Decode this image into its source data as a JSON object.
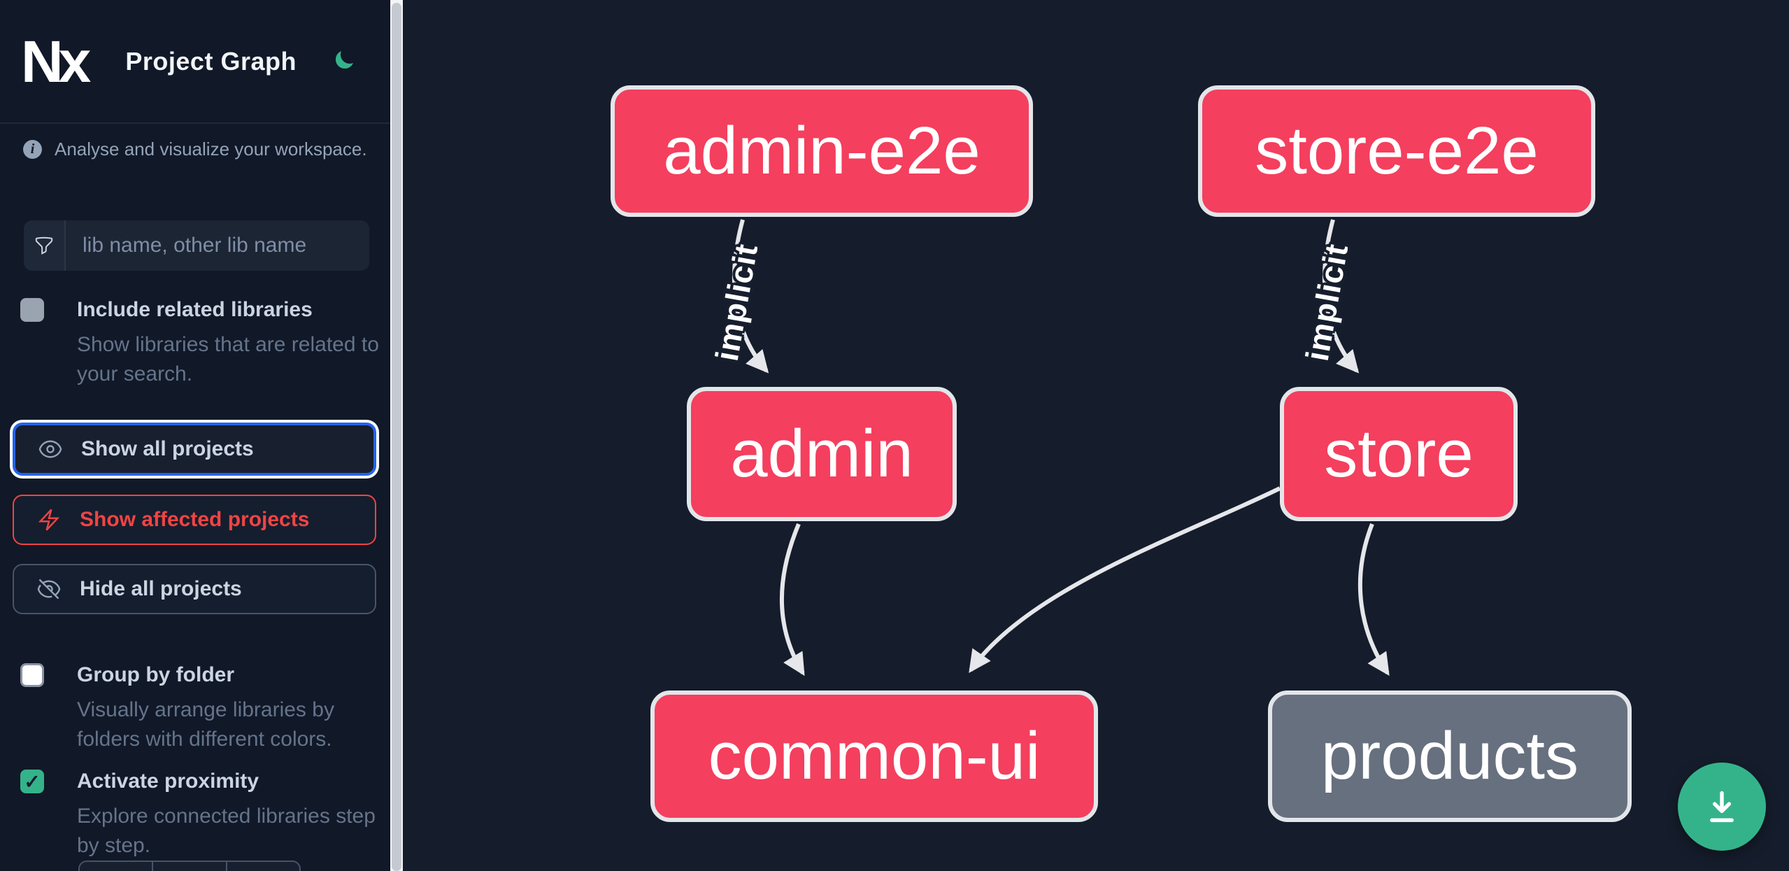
{
  "header": {
    "app_logo": "Nx",
    "title": "Project Graph"
  },
  "sidebar": {
    "tagline": "Analyse and visualize your workspace.",
    "search": {
      "placeholder": "lib name, other lib name",
      "value": ""
    },
    "toggles": [
      {
        "label": "Include related libraries",
        "description": "Show libraries that are related to your search.",
        "checked": false
      },
      {
        "label": "Group by folder",
        "description": "Visually arrange libraries by folders with different colors.",
        "checked": false
      },
      {
        "label": "Activate proximity",
        "description": "Explore connected libraries step by step.",
        "checked": true
      }
    ],
    "actions": [
      {
        "label": "Show all projects",
        "state": "focused"
      },
      {
        "label": "Show affected projects",
        "state": "affected"
      },
      {
        "label": "Hide all projects",
        "state": "default"
      }
    ],
    "check_glyph": "✓"
  },
  "graph": {
    "nodes": [
      {
        "id": "admin-e2e",
        "label": "admin-e2e",
        "kind": "app"
      },
      {
        "id": "store-e2e",
        "label": "store-e2e",
        "kind": "app"
      },
      {
        "id": "admin",
        "label": "admin",
        "kind": "app"
      },
      {
        "id": "store",
        "label": "store",
        "kind": "app"
      },
      {
        "id": "common-ui",
        "label": "common-ui",
        "kind": "lib"
      },
      {
        "id": "products",
        "label": "products",
        "kind": "lib-excluded"
      }
    ],
    "edges": [
      {
        "from": "admin-e2e",
        "to": "admin",
        "label": "implicit"
      },
      {
        "from": "store-e2e",
        "to": "store",
        "label": "implicit"
      },
      {
        "from": "admin",
        "to": "common-ui",
        "label": ""
      },
      {
        "from": "store",
        "to": "common-ui",
        "label": ""
      },
      {
        "from": "store",
        "to": "products",
        "label": ""
      }
    ]
  },
  "fab": {
    "action": "download"
  },
  "colors": {
    "node_pink": "#f43f5e",
    "node_gray": "#67707f",
    "accent_green": "#34b38a",
    "focus_blue": "#2563eb",
    "affected_red": "#ef4444",
    "sidebar_bg": "#111827",
    "canvas_bg": "#151c2b",
    "edge": "#e5e7ea"
  }
}
